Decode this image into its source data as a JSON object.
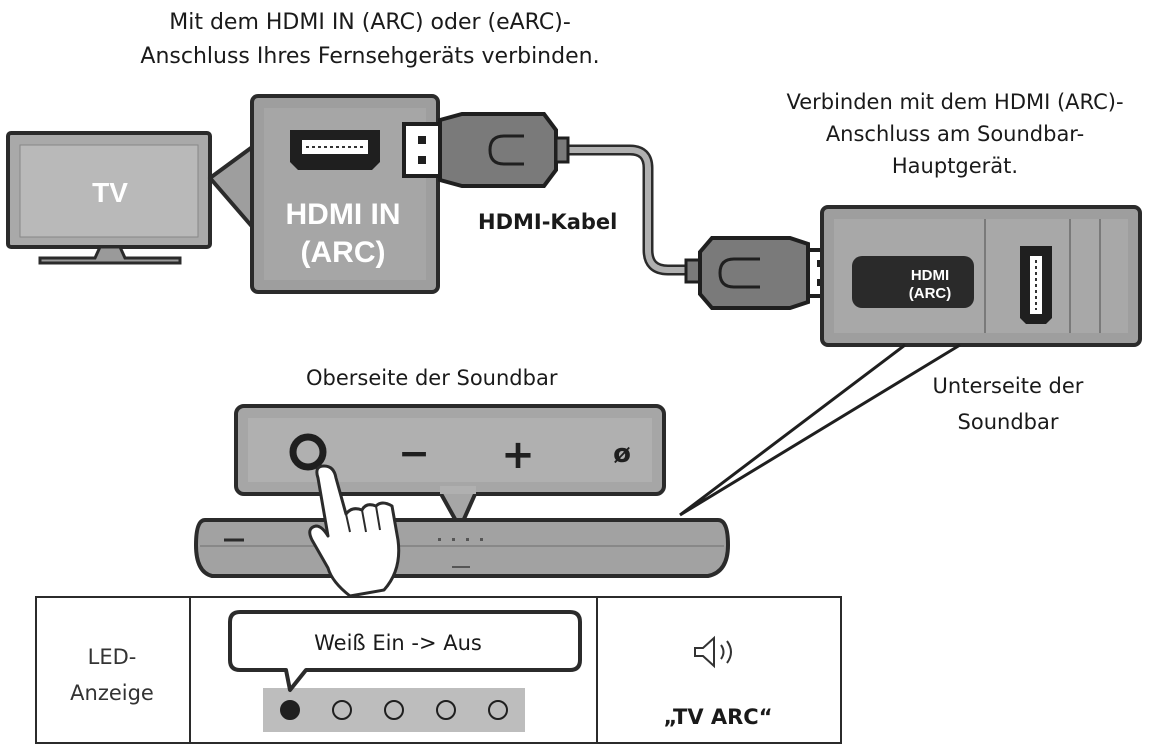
{
  "captions": {
    "tv_port_line1": "Mit dem HDMI IN (ARC)  oder (eARC)-",
    "tv_port_line2": "Anschluss Ihres Fernsehgeräts verbinden.",
    "soundbar_port_line1": "Verbinden mit dem HDMI (ARC)-",
    "soundbar_port_line2": "Anschluss am Soundbar-",
    "soundbar_port_line3": "Hauptgerät.",
    "cable": "HDMI-Kabel",
    "top_side": "Oberseite der Soundbar",
    "bottom_side_line1": "Unterseite der",
    "bottom_side_line2": "Soundbar"
  },
  "tv": {
    "label": "TV"
  },
  "tv_port": {
    "line1": "HDMI IN",
    "line2": "(ARC)"
  },
  "soundbar_port": {
    "line1": "HDMI",
    "line2": "(ARC)"
  },
  "buttons": {
    "power": "O",
    "minus": "−",
    "plus": "+",
    "source": "ø"
  },
  "led_table": {
    "label_line1": "LED-",
    "label_line2": "Anzeige",
    "callout": "Weiß Ein -> Aus",
    "leds": [
      "filled",
      "empty",
      "empty",
      "empty",
      "empty"
    ],
    "mode": "„TV ARC“"
  },
  "icons": {
    "speaker": "speaker-icon"
  },
  "colors": {
    "panel_gray": "#b4b4b4",
    "dark": "#2b2b2b",
    "cable_gray": "#aaaaaa"
  }
}
